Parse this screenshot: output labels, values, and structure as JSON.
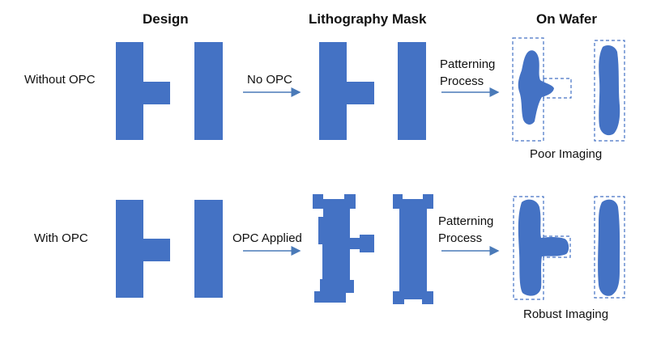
{
  "headers": {
    "design": "Design",
    "mask": "Lithography Mask",
    "wafer": "On Wafer"
  },
  "rows": [
    {
      "label": "Without OPC",
      "step_label": "No OPC",
      "process_line1": "Patterning",
      "process_line2": "Process",
      "result": "Poor Imaging"
    },
    {
      "label": "With OPC",
      "step_label": "OPC Applied",
      "process_line1": "Patterning",
      "process_line2": "Process",
      "result": "Robust Imaging"
    }
  ],
  "colors": {
    "shape_fill": "#4472c4",
    "arrow": "#4a7ab8",
    "dash": "#4472c4"
  }
}
